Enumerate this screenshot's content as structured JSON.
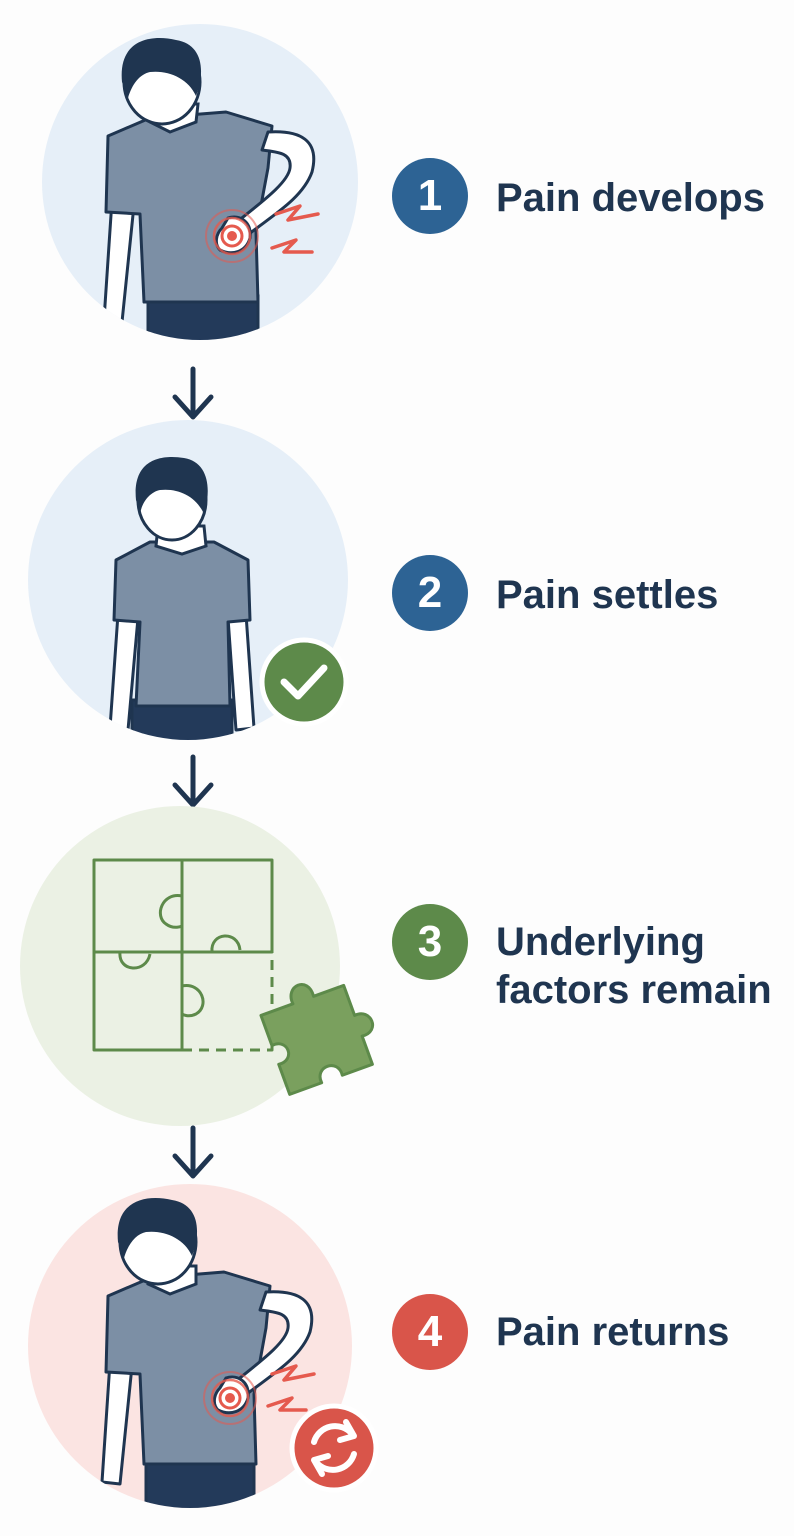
{
  "colors": {
    "navy": "#1f3550",
    "blue_badge": "#2d6394",
    "green_badge": "#5d8a4a",
    "red_badge": "#d9554a",
    "pale_blue_circle": "#e6eff8",
    "pale_green_circle": "#ebf1e4",
    "pale_red_circle": "#fbe4e2",
    "shirt": "#7c8fa5",
    "pants": "#233a5a",
    "skin": "#ffffff",
    "pain_red": "#e55a4e",
    "check_green": "#5d8a4a",
    "puzzle_green": "#5d8a4a"
  },
  "steps": [
    {
      "number": "1",
      "label_lines": [
        "Pain develops"
      ],
      "icon": "back-pain-icon"
    },
    {
      "number": "2",
      "label_lines": [
        "Pain settles"
      ],
      "icon": "checkmark-icon"
    },
    {
      "number": "3",
      "label_lines": [
        "Underlying",
        "factors remain"
      ],
      "icon": "puzzle-icon"
    },
    {
      "number": "4",
      "label_lines": [
        "Pain returns"
      ],
      "icon": "refresh-icon"
    }
  ]
}
